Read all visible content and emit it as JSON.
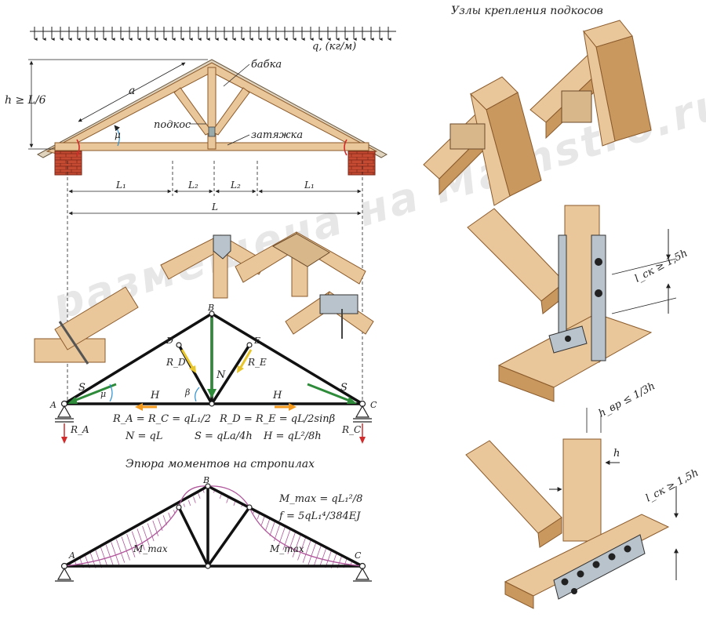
{
  "titles": {
    "nodes_title": "Узлы крепления подкосов",
    "moment_title": "Эпюра моментов на стропилах"
  },
  "truss_labels": {
    "load": "q, (кг/м)",
    "height_rule": "h ≥ L/6",
    "rafter_len": "a",
    "king_post": "бабка",
    "strut": "подкос",
    "tie": "затяжка",
    "angle": "μ",
    "L1": "L₁",
    "L2": "L₂",
    "L": "L"
  },
  "force_diagram": {
    "points": [
      "A",
      "B",
      "C",
      "D",
      "E"
    ],
    "forces": {
      "RD": "R_D",
      "RE": "R_E",
      "N": "N",
      "S": "S",
      "H": "H",
      "RA": "R_A",
      "RC": "R_C",
      "mu": "μ",
      "beta": "β"
    },
    "formula_line1a": "R_A = R_C = qL₁/2",
    "formula_line1b": "R_D = R_E = qL/2sinβ",
    "formula_line2a": "N = qL",
    "formula_line2b": "S = qLa/4h",
    "formula_line2c": "H = qL²/8h"
  },
  "moment_diagram": {
    "points": [
      "A",
      "B",
      "C"
    ],
    "m_label": "M_max",
    "formula_mmax": "M_max = qL₁²/8",
    "formula_f": "f = 5qL₁⁴/384EJ"
  },
  "node_labels": {
    "lsk1": "l_ск ≥ 1,5h",
    "hvr": "h_вр ≤ 1/3h",
    "h": "h",
    "lsk2": "l_ск ≥ 1,5h"
  },
  "watermark": "размещена на Mainstro.ru",
  "colors": {
    "wood": "#e9c79a",
    "wood_dark": "#c9985f",
    "wood_line": "#8a5a2b",
    "brick": "#c44a32",
    "arrow_green": "#2e8b3a",
    "arrow_yellow": "#e8c52a",
    "arrow_orange": "#f39a1e",
    "arrow_red": "#d22a2a",
    "point_blue": "#2b8fd1",
    "hatch_pink": "#b0579b",
    "plate": "#b9c3cc"
  }
}
